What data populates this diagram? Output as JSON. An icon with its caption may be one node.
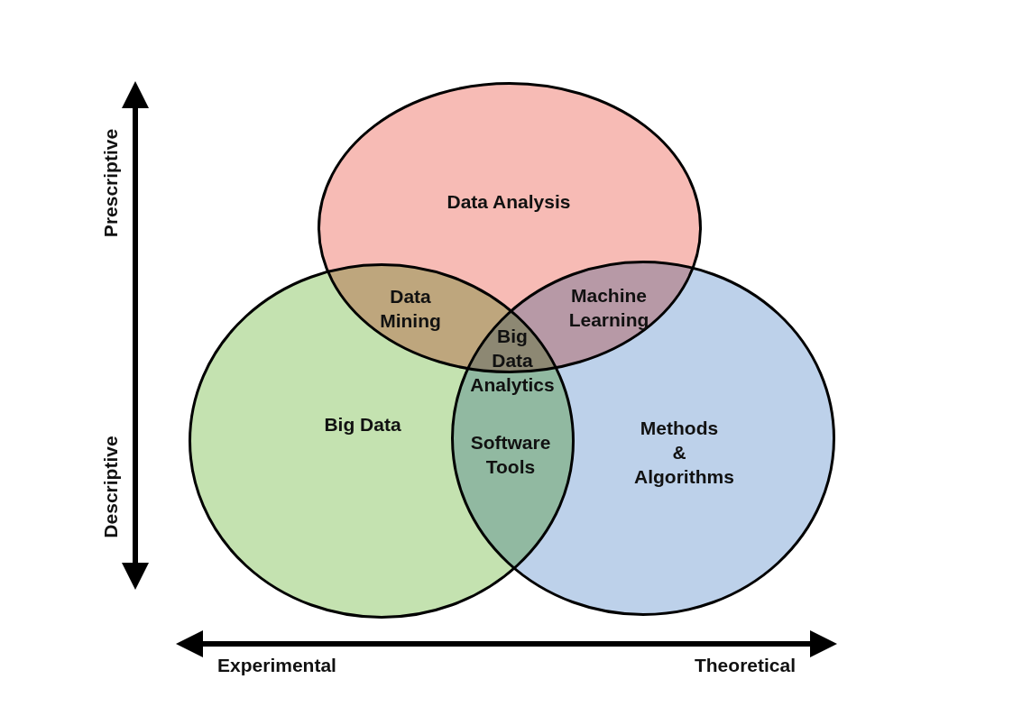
{
  "diagram": {
    "nodes": [
      {
        "text": [
          "Data Analysis"
        ]
      },
      {
        "text": [
          "Big Data"
        ]
      },
      {
        "text": [
          "Methods & Algorithms"
        ]
      }
    ],
    "labels": [
      "Prescriptive",
      "Descriptive",
      "Data Mining",
      "Machine Learning",
      "Big Data Analytics",
      "Software Tools",
      "Experimental",
      "Theoretical"
    ]
  }
}
